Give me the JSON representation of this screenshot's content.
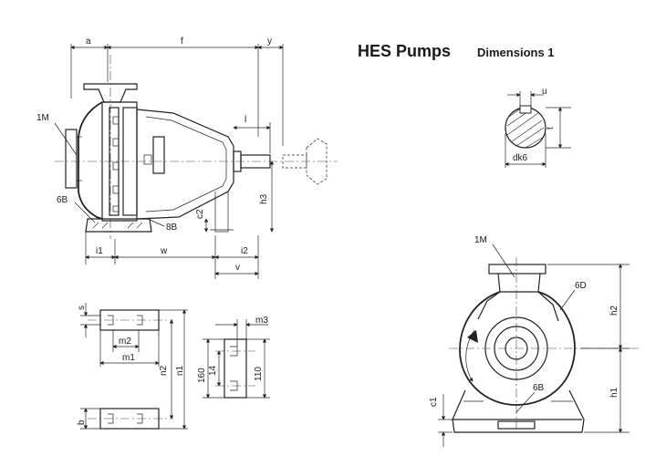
{
  "header": {
    "title": "HES Pumps",
    "subtitle": "Dimensions 1"
  },
  "side_view": {
    "dims": {
      "a": "a",
      "f": "f",
      "y": "y",
      "l": "l",
      "h3": "h3",
      "c2": "c2",
      "i1": "i1",
      "w": "w",
      "i2": "i2",
      "v": "v"
    },
    "callouts": {
      "suction": "1M",
      "drain": "6B",
      "casing_drain": "8B"
    }
  },
  "shaft": {
    "dims": {
      "u": "u",
      "t": "t",
      "dk6": "dk6"
    }
  },
  "front_view": {
    "dims": {
      "h2": "h2",
      "h1": "h1",
      "c1": "c1"
    },
    "callouts": {
      "suction": "1M",
      "vent": "6D",
      "drain": "6B"
    }
  },
  "foot_plan": {
    "dims": {
      "s": "s",
      "m2": "m2",
      "m1": "m1",
      "n2": "n2",
      "n1": "n1",
      "b": "b"
    }
  },
  "bracket": {
    "dims": {
      "m3": "m3",
      "d160": "160",
      "d14": "14",
      "d110": "110"
    }
  }
}
